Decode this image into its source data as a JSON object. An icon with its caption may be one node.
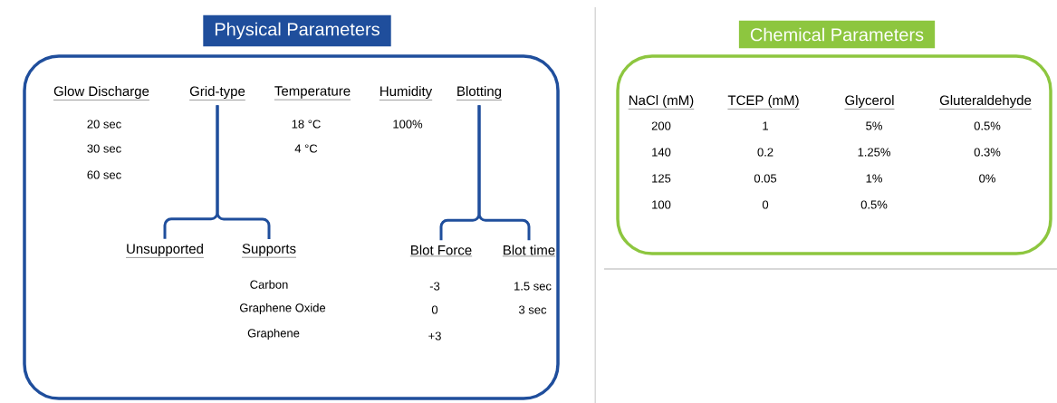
{
  "diagram": {
    "nodes": [
      {
        "text": [
          "Physical Parameters"
        ]
      },
      {
        "text": [
          "Grid-type"
        ],
        "in": 0
      },
      {
        "text": [
          "Blotting"
        ],
        "in": 0
      },
      {
        "text": [
          "Unsupported"
        ],
        "in": 0
      },
      {
        "text": [
          "Supports"
        ],
        "in": 0
      },
      {
        "text": [
          "Blot Force"
        ],
        "in": 0
      },
      {
        "text": [
          "Blot time"
        ],
        "in": 0
      },
      {
        "text": [
          "Chemical Parameters"
        ]
      }
    ],
    "edges": [
      {
        "from": 1,
        "to": 3,
        "arrow": "none"
      },
      {
        "from": 1,
        "to": 4,
        "arrow": "none"
      },
      {
        "from": 2,
        "to": 5,
        "arrow": "none"
      },
      {
        "from": 2,
        "to": 6,
        "arrow": "none"
      }
    ],
    "labels": [
      "Glow Discharge",
      "Temperature",
      "Humidity",
      "20 sec",
      "18 °C",
      "100%",
      "30 sec",
      "4 °C",
      "60 sec",
      "Carbon",
      "-3",
      "1.5 sec",
      "Graphene Oxide",
      "0",
      "3 sec",
      "Graphene",
      "+3",
      "NaCl (mM)",
      "TCEP (mM)",
      "Glycerol",
      "Gluteraldehyde",
      "200",
      "1",
      "5%",
      "0.5%",
      "140",
      "0.2",
      "1.25%",
      "0.3%",
      "125",
      "0.05",
      "1%",
      "0%",
      "100",
      "0",
      "0.5%"
    ]
  }
}
